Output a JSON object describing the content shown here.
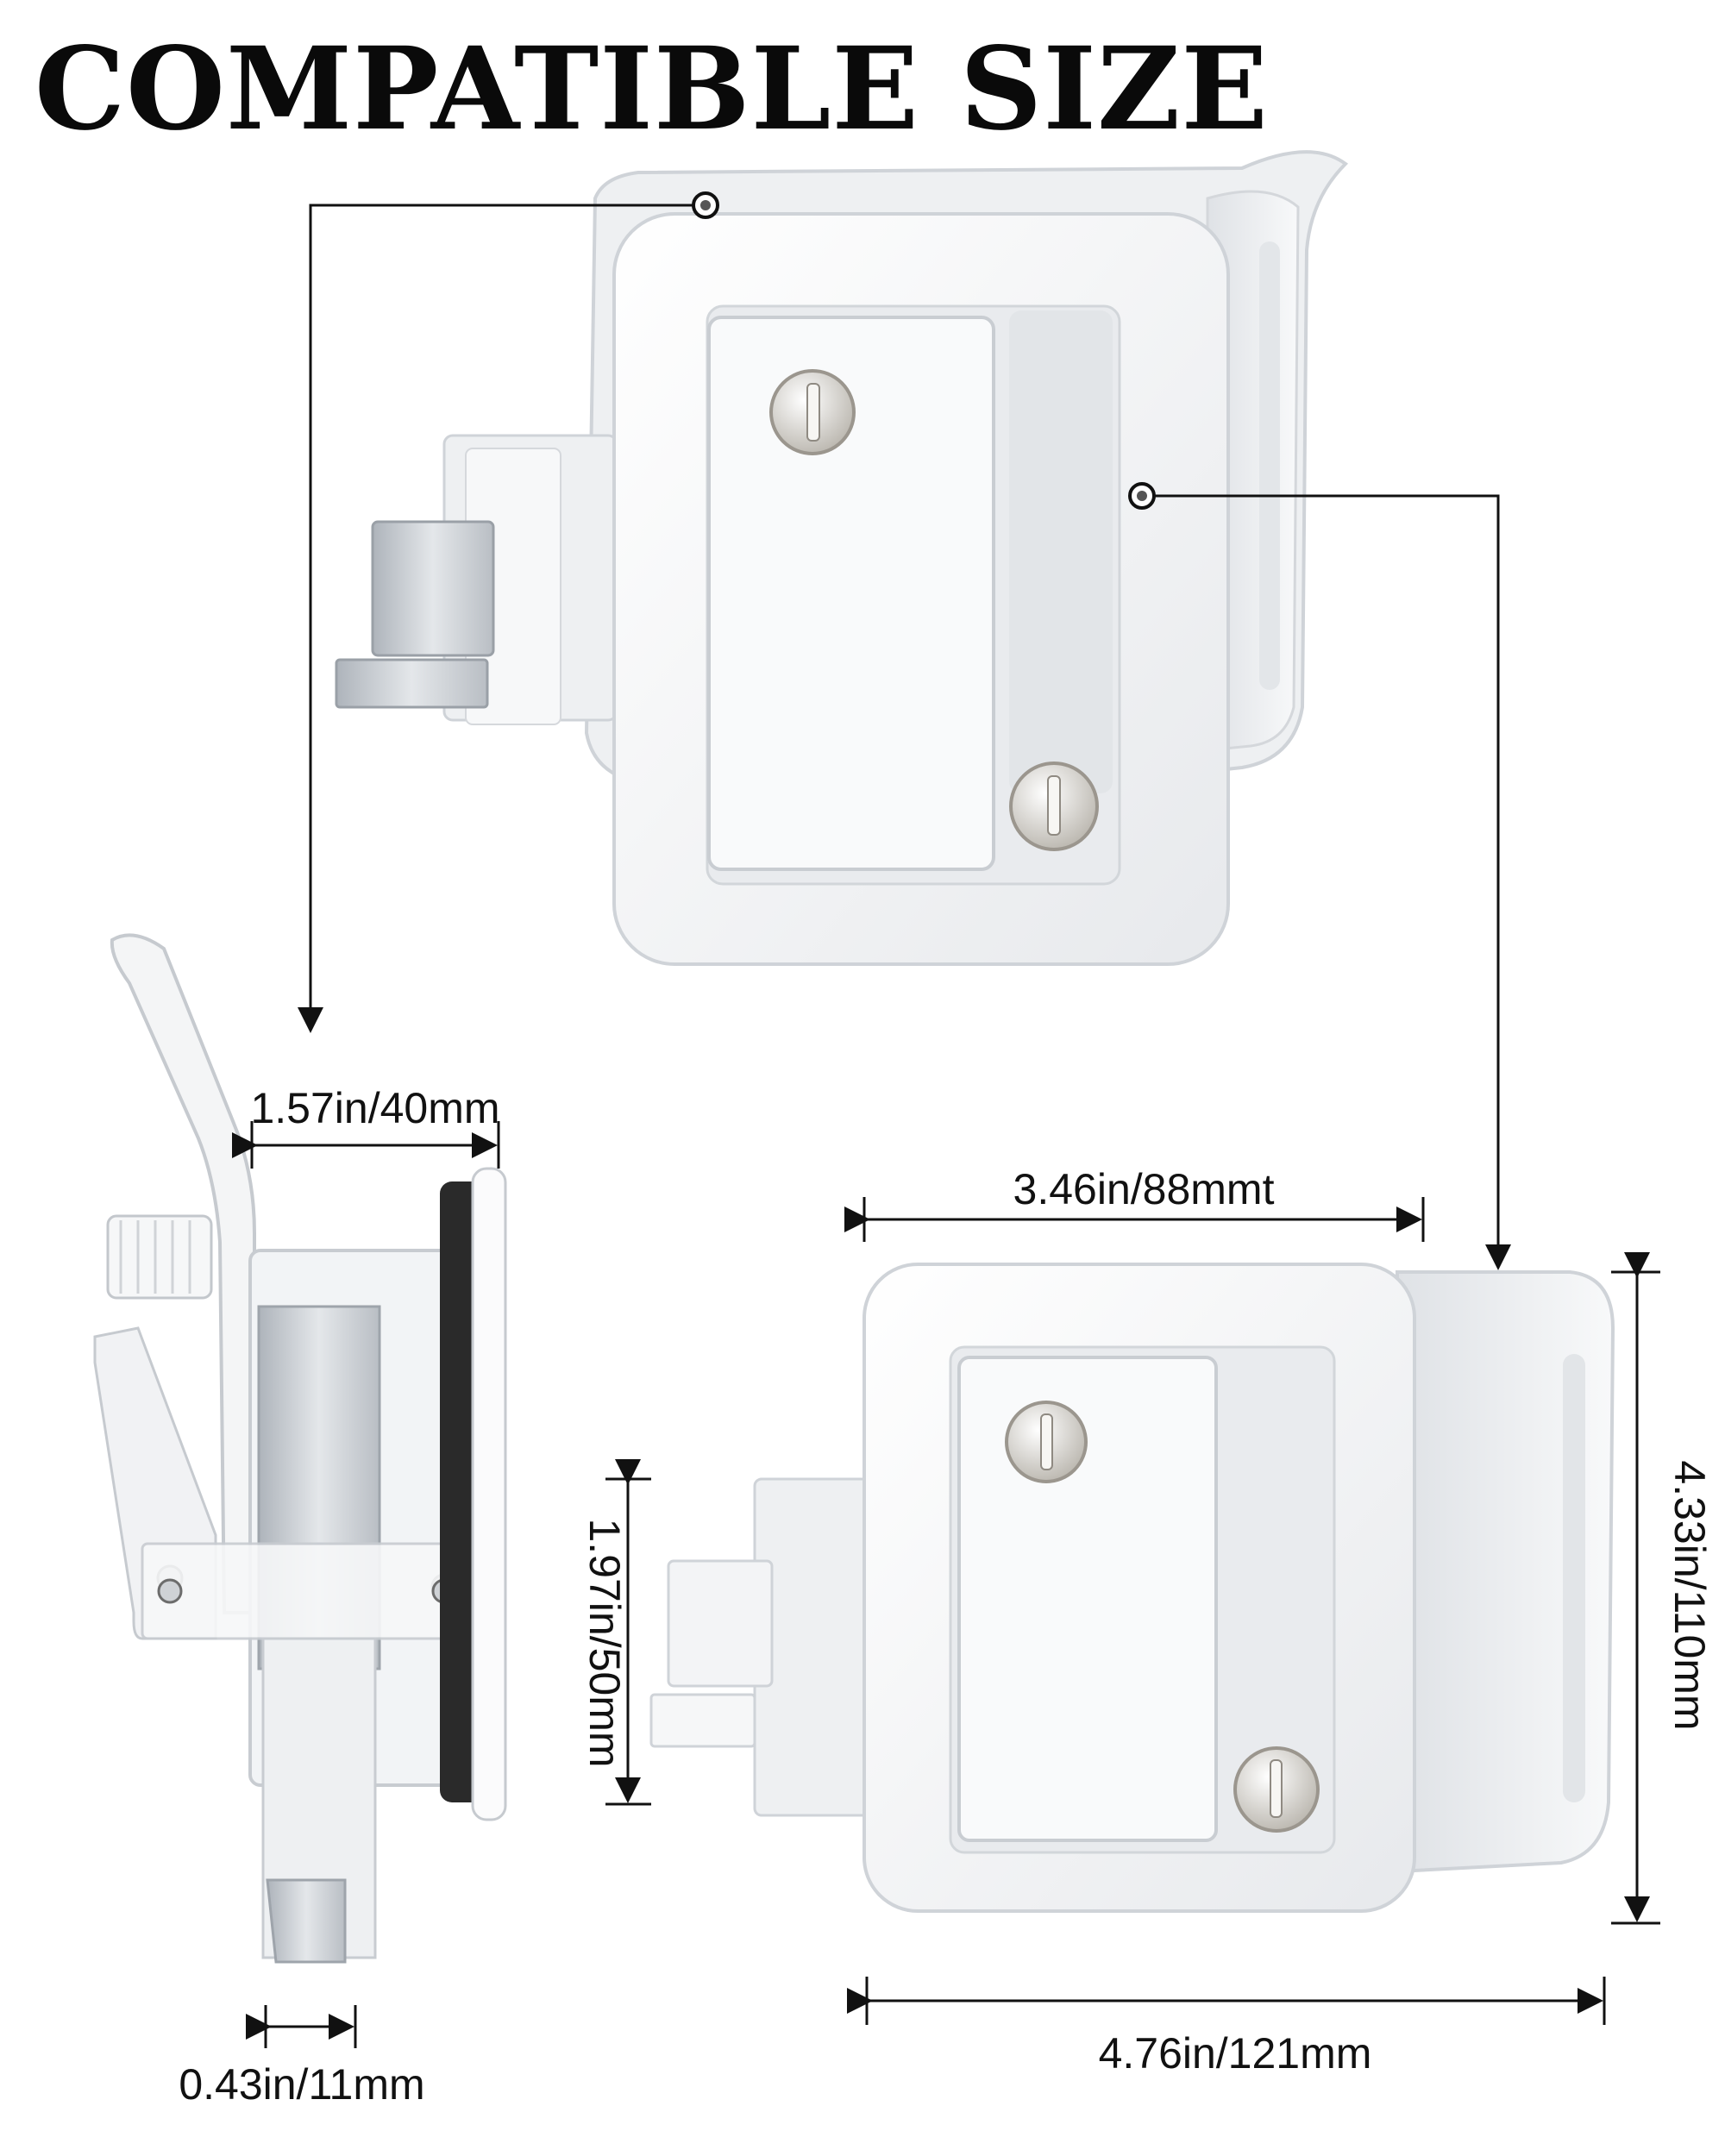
{
  "title": "COMPATIBLE SIZE",
  "dimensions": {
    "side_width": "1.57in/40mm",
    "bolt_width": "0.43in/11mm",
    "face_width": "3.46in/88mmt",
    "total_width": "4.76in/121mm",
    "total_height": "4.33in/110mm",
    "latch_height": "1.97in/50mm"
  },
  "colors": {
    "body": "#f3f4f6",
    "outline": "#c9cdd2",
    "metal": "#c7ccd2",
    "gasket": "#2a2a2a",
    "line": "#111111"
  }
}
